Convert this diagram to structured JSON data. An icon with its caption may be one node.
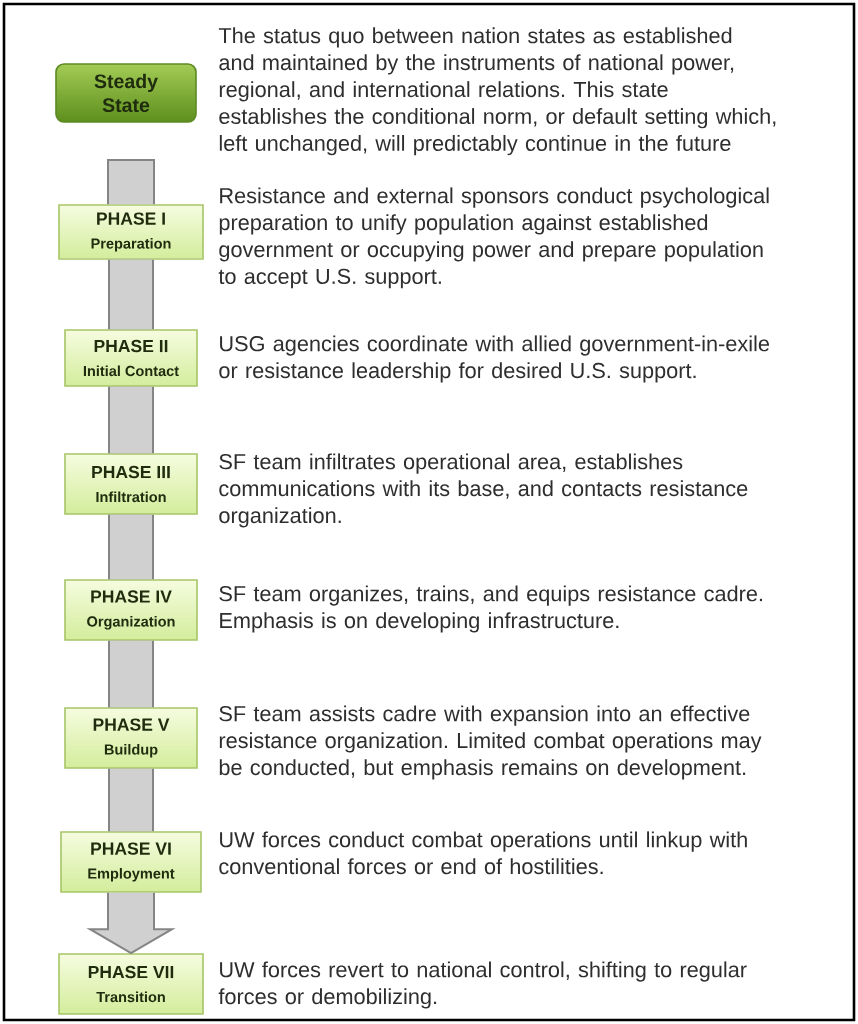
{
  "diagram": {
    "nodes": [
      {
        "text": [
          "Steady State"
        ],
        "beside": [
          "The status quo between nation states as established and maintained by the instruments of national power, regional, and international relations. This state establishes the conditional norm, or default setting which, left unchanged, will predictably continue in the future"
        ]
      },
      {
        "text": [
          "PHASE I",
          "Preparation"
        ],
        "beside": [
          "Resistance and external sponsors conduct psychological preparation to unify population against established government or occupying power and prepare population to accept U.S. support."
        ]
      },
      {
        "text": [
          "PHASE II",
          "Initial Contact"
        ],
        "beside": [
          "USG agencies coordinate with allied government-in-exile or resistance leadership for desired U.S. support."
        ]
      },
      {
        "text": [
          "PHASE III",
          "Infiltration"
        ],
        "beside": [
          "SF team infiltrates operational area, establishes communications with its base, and contacts resistance organization."
        ]
      },
      {
        "text": [
          "PHASE IV",
          "Organization"
        ],
        "beside": [
          "SF team organizes, trains, and equips resistance cadre. Emphasis is on developing infrastructure."
        ]
      },
      {
        "text": [
          "PHASE V",
          "Buildup"
        ],
        "beside": [
          "SF team assists cadre with expansion into an effective resistance organization. Limited combat operations may be conducted, but emphasis remains on development."
        ]
      },
      {
        "text": [
          "PHASE VI",
          "Employment"
        ],
        "beside": [
          "UW forces conduct combat operations until linkup with conventional forces or end of hostilities."
        ]
      },
      {
        "text": [
          "PHASE VII",
          "Transition"
        ],
        "beside": [
          "UW forces revert to national control, shifting to regular forces or demobilizing."
        ]
      }
    ],
    "edges": [
      {
        "from": null,
        "to": 1,
        "arrow": "none"
      },
      {
        "from": 1,
        "to": 2,
        "arrow": "none"
      },
      {
        "from": 2,
        "to": 3,
        "arrow": "none"
      },
      {
        "from": 3,
        "to": 4,
        "arrow": "none"
      },
      {
        "from": 4,
        "to": 5,
        "arrow": "none"
      },
      {
        "from": 5,
        "to": 6,
        "arrow": "none"
      },
      {
        "from": 6,
        "to": 7,
        "arrow": "to"
      }
    ]
  }
}
